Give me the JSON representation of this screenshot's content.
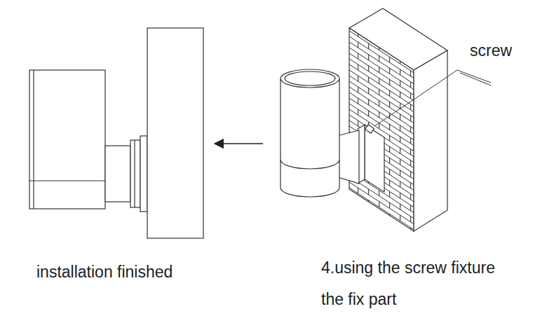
{
  "diagram": {
    "labels": [
      "screw",
      "installation finished",
      "4.using the screw fixture the fix part"
    ]
  }
}
